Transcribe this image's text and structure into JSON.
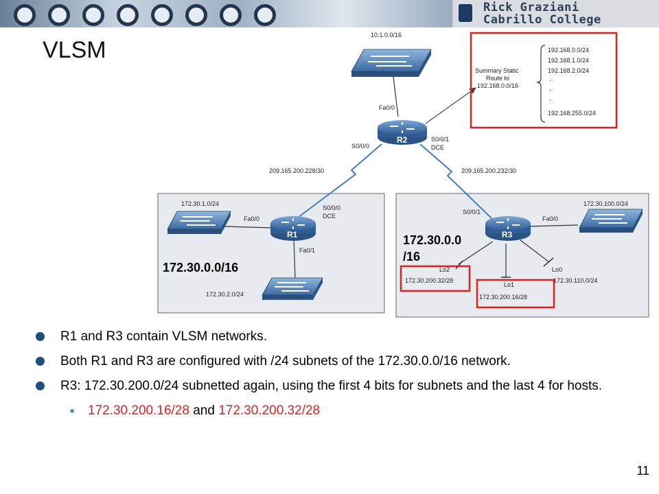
{
  "header": {
    "brand_line1": "Rick Graziani",
    "brand_line2": "Cabrillo College"
  },
  "title": "VLSM",
  "diagram": {
    "r2": {
      "name": "R2",
      "fa": "Fa0/0",
      "s000": "S0/0/0",
      "s001": "S0/0/1",
      "dce": "DCE"
    },
    "top_switch_net": "10.1.0.0/16",
    "summary": {
      "label1": "Summary Static",
      "label2": "Route to",
      "label3": "192.168.0.0/16",
      "routes": [
        "192.168.0.0/24",
        "192.168.1.0/24",
        "192.168.2.0/24",
        "·",
        "·",
        "·",
        "192.168.255.0/24"
      ]
    },
    "link_left": "209.165.200.228/30",
    "link_right": "209.165.200.232/30",
    "r1": {
      "name": "R1",
      "fa00": "Fa0/0",
      "fa01": "Fa0/1",
      "s000": "S0/0/0",
      "dce": "DCE",
      "net_top": "172.30.1.0/24",
      "net_bottom": "172.30.2.0/24",
      "overlay": "172.30.0.0/16"
    },
    "r3": {
      "name": "R3",
      "s001": "S0/0/1",
      "fa00": "Fa0/0",
      "net_right": "172.30.100.0/24",
      "overlay_l1": "172.30.0.0",
      "overlay_l2": "/16",
      "lo2": "Lo2",
      "lo2_net": "172.30.200.32/28",
      "lo1": "Lo1",
      "lo1_net": "172.30.200.16/28",
      "lo0": "Lo0",
      "lo0_net": "172.30.110.0/24"
    }
  },
  "bullets": [
    "R1 and R3 contain VLSM networks.",
    "Both R1 and R3 are configured with /24 subnets of the 172.30.0.0/16 network.",
    "R3: 172.30.200.0/24 subnetted again, using the first 4 bits for subnets and the last 4 for hosts."
  ],
  "sub_bullet": {
    "part1": "172.30.200.16/28",
    "middle": " and ",
    "part2": "172.30.200.32/28"
  },
  "page_number": "11",
  "colors": {
    "highlight_red": "#e02020",
    "diagram_blue": "#3f7ec3",
    "router_blue": "#3a6ea8"
  }
}
